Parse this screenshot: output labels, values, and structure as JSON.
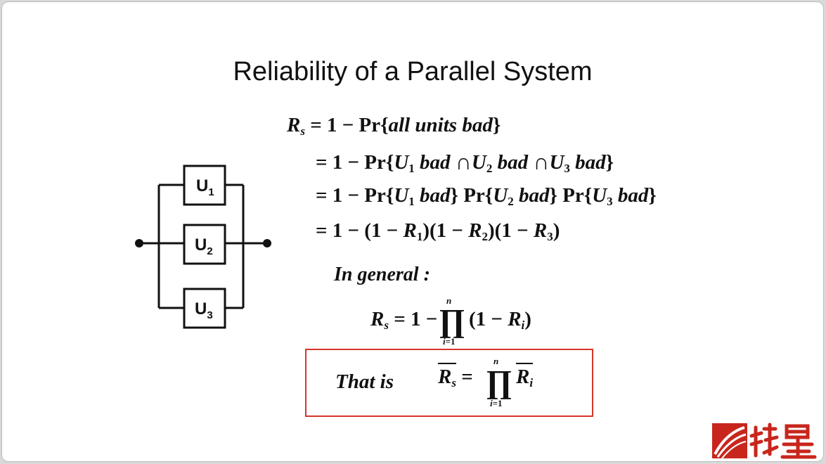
{
  "slide": {
    "title": "Reliability of a Parallel System"
  },
  "diagram": {
    "units": [
      "U1",
      "U2",
      "U3"
    ]
  },
  "equations": {
    "line1": "R_s = 1 − Pr{all units bad}",
    "line2": "= 1 − Pr{U_1 bad ∩ U_2 bad ∩ U_3 bad}",
    "line3": "= 1 − Pr{U_1 bad} Pr{U_2 bad} Pr{U_3 bad}",
    "line4": "= 1 − (1 − R_1)(1 − R_2)(1 − R_3)",
    "in_general_label": "In general :",
    "general_formula": "R_s = 1 − ∏_{i=1}^{n} (1 − R_i)",
    "that_is_label": "That is",
    "that_is_formula": "overline(R_s) = ∏_{i=1}^{n} overline(R_i)"
  },
  "colors": {
    "highlight_box": "#d8342a",
    "logo": "#c8261c"
  }
}
